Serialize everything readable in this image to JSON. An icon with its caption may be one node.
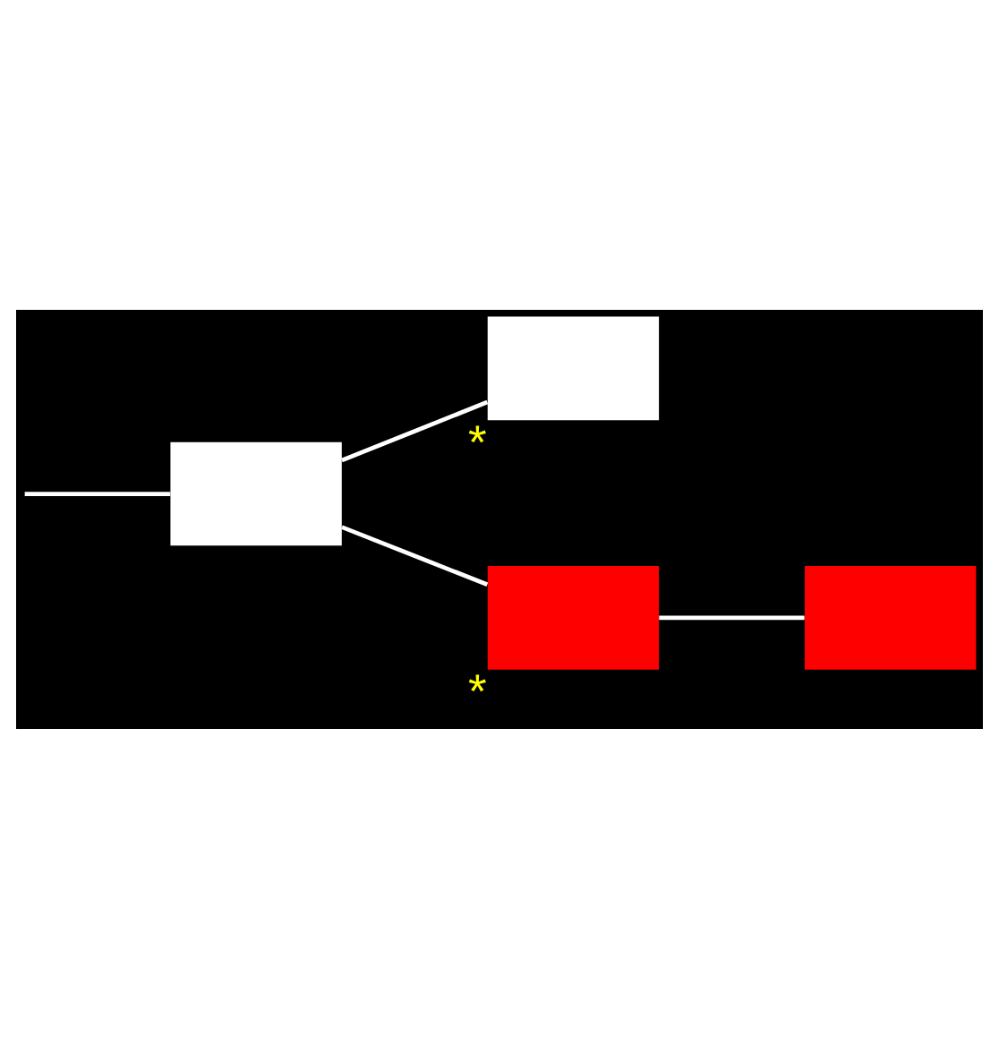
{
  "diagram": {
    "nodes": [
      {
        "text": [],
        "shape": "box"
      },
      {
        "text": [],
        "shape": "box",
        "beside": [
          "*"
        ]
      },
      {
        "text": [],
        "shape": "box",
        "beside": [
          "*"
        ]
      },
      {
        "text": [],
        "shape": "box"
      }
    ],
    "edges": [
      {
        "from": null,
        "to": 0,
        "arrow": "none"
      },
      {
        "from": 0,
        "to": 1,
        "arrow": "none"
      },
      {
        "from": 0,
        "to": 2,
        "arrow": "none"
      },
      {
        "from": 2,
        "to": 3,
        "arrow": "none"
      }
    ]
  }
}
